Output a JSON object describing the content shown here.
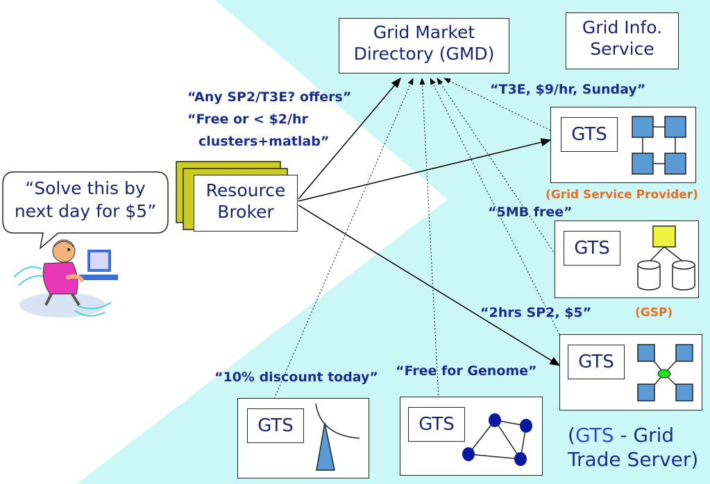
{
  "gmd": {
    "line1": "Grid Market",
    "line2": "Directory (GMD)"
  },
  "gis": {
    "line1": "Grid Info.",
    "line2": "Service"
  },
  "broker": {
    "line1": "Resource",
    "line2": "Broker"
  },
  "user_bubble": {
    "line1": "“Solve this by",
    "line2": "next day for $5”"
  },
  "broker_queries": {
    "line1": "“Any SP2/T3E? offers”",
    "line2": "“Free or < $2/hr",
    "line3": "clusters+matlab”"
  },
  "offers": {
    "t3e": "“T3E, $9/hr, Sunday”",
    "free_5mb": "“5MB free”",
    "sp2": "“2hrs SP2, $5”",
    "discount": "“10% discount today”",
    "genome": "“Free for Genome”"
  },
  "providers": {
    "gsp_full": "(Grid Service Provider)",
    "gsp_short": "(GSP)"
  },
  "gts_label": "GTS",
  "legend": {
    "open": "(",
    "gts": "GTS",
    "rest": " - Grid",
    "line2": "Trade Server)"
  },
  "colors": {
    "cyan_background": "#ccf7f7",
    "node_blue": "#5b9bd5",
    "node_yellow": "#eef23a",
    "node_green": "#22dd22",
    "node_navy": "#0a1a9e",
    "paper_stack": "#cccc22",
    "text_navy": "#1a2d8c",
    "text_orange": "#f06a1e",
    "person_pink": "#e838b8"
  },
  "icons": [
    "person-at-computer-icon",
    "paper-stack-icon",
    "network-topology-icon",
    "storage-cylinder-icon",
    "star-network-icon",
    "triangle-graph-icon",
    "cone-icon"
  ]
}
